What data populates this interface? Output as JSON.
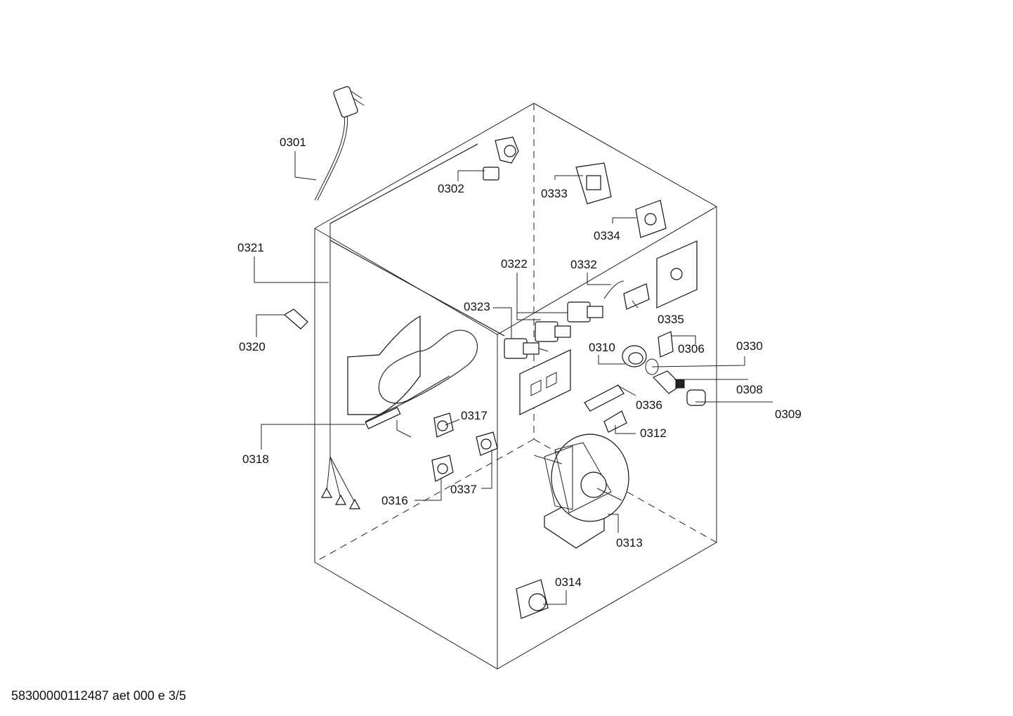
{
  "labels": {
    "p0301": "0301",
    "p0302": "0302",
    "p0306": "0306",
    "p0308": "0308",
    "p0309": "0309",
    "p0310": "0310",
    "p0312": "0312",
    "p0313": "0313",
    "p0314": "0314",
    "p0316": "0316",
    "p0317": "0317",
    "p0318": "0318",
    "p0320": "0320",
    "p0321": "0321",
    "p0322": "0322",
    "p0323": "0323",
    "p0330": "0330",
    "p0332": "0332",
    "p0333": "0333",
    "p0334": "0334",
    "p0335": "0335",
    "p0336": "0336",
    "p0337": "0337"
  },
  "footer": "58300000112487 aet 000 e 3/5"
}
